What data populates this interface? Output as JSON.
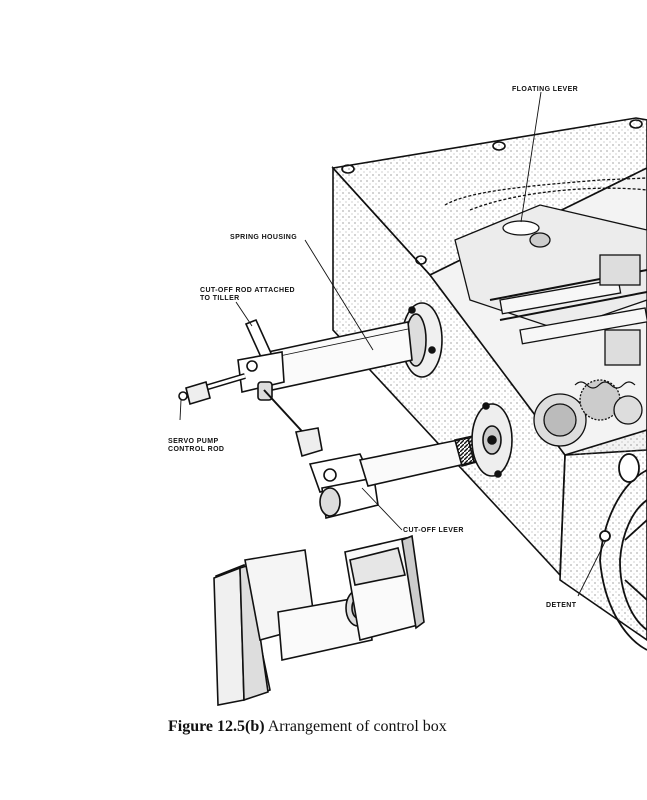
{
  "labels": {
    "floating_lever": "FLOATING LEVER",
    "spring_housing": "SPRING HOUSING",
    "cutoff_rod_line1": "CUT-OFF ROD ATTACHED",
    "cutoff_rod_line2": "TO TILLER",
    "servo_line1": "SERVO PUMP",
    "servo_line2": "CONTROL ROD",
    "cutoff_lever": "CUT-OFF LEVER",
    "detent": "DETENT"
  },
  "caption": {
    "number": "Figure 12.5(b)",
    "text": "Arrangement of control box"
  }
}
